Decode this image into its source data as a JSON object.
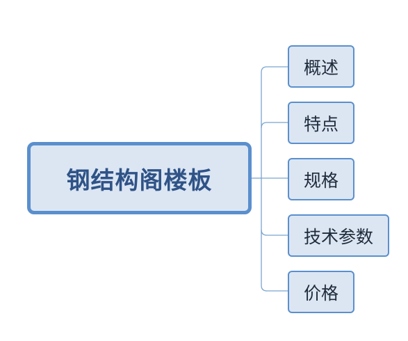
{
  "diagram": {
    "root": {
      "label": "钢结构阁楼板"
    },
    "children": [
      {
        "label": "概述"
      },
      {
        "label": "特点"
      },
      {
        "label": "规格"
      },
      {
        "label": "技术参数"
      },
      {
        "label": "价格"
      }
    ]
  },
  "colors": {
    "node_border": "#5a8fcd",
    "node_fill": "#dce6f3",
    "root_text": "#2f5387",
    "child_text": "#1f2b3a",
    "connector": "#7aa3d0"
  }
}
